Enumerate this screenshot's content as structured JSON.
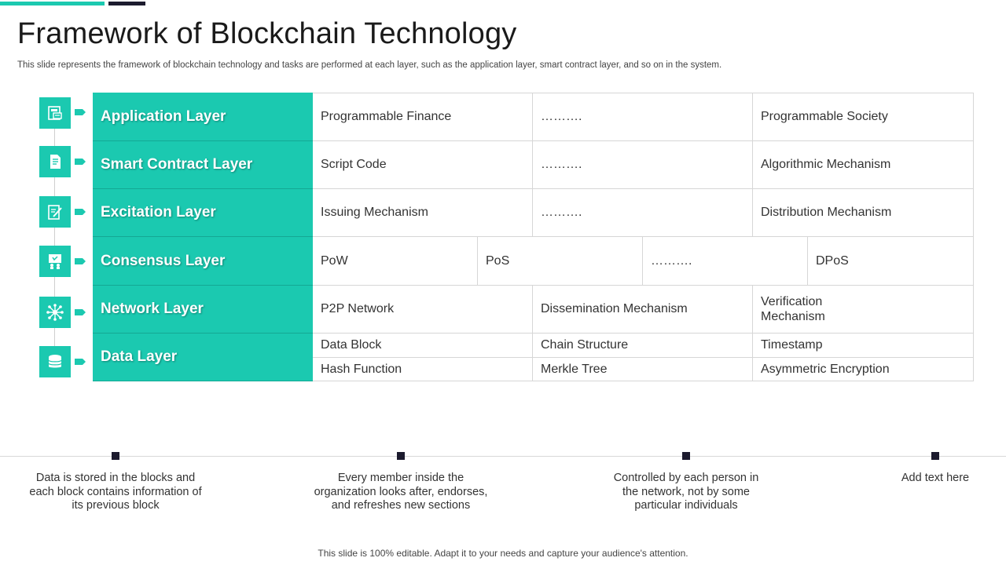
{
  "slide": {
    "title": "Framework of Blockchain Technology",
    "subtitle": "This slide represents the framework of blockchain technology and tasks are performed at each layer,  such as the application layer,  smart contract layer,  and so on in the system.",
    "footer": "This slide is 100% editable. Adapt it to your needs and capture your audience's attention."
  },
  "colors": {
    "accent": "#1bc9b0",
    "dark": "#1c1b2e",
    "border": "#d6d6d6"
  },
  "layers": [
    {
      "name": "Application Layer",
      "icon": "document-icon",
      "cells": [
        "Programmable Finance",
        "……….",
        "Programmable Society"
      ]
    },
    {
      "name": "Smart Contract Layer",
      "icon": "contract-icon",
      "cells": [
        "Script Code",
        "……….",
        "Algorithmic Mechanism"
      ]
    },
    {
      "name": "Excitation Layer",
      "icon": "clipboard-pen-icon",
      "cells": [
        "Issuing  Mechanism",
        "……….",
        "Distribution Mechanism"
      ]
    },
    {
      "name": "Consensus Layer",
      "icon": "people-board-icon",
      "cells": [
        "PoW",
        "PoS",
        "……….",
        "DPoS"
      ]
    },
    {
      "name": "Network Layer",
      "icon": "network-icon",
      "cells": [
        "P2P Network",
        "Dissemination Mechanism",
        "Verification\nMechanism"
      ]
    },
    {
      "name": "Data Layer",
      "icon": "database-icon",
      "cells": [
        "Data Block",
        "Chain Structure",
        "Timestamp",
        "Hash Function",
        "Merkle Tree",
        "Asymmetric Encryption"
      ]
    }
  ],
  "timeline": [
    "Data is stored in the blocks and each block contains information of its previous block",
    "Every member inside the organization looks after, endorses, and refreshes new sections",
    "Controlled by each person in the network, not by some particular individuals",
    "Add text here"
  ]
}
